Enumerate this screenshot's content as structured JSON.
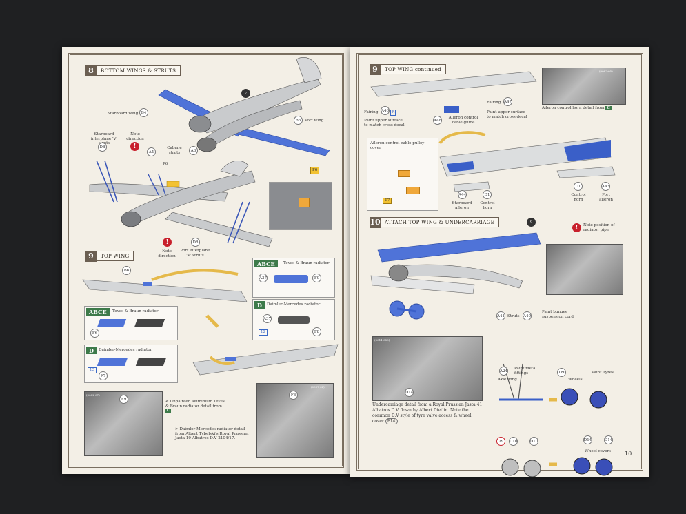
{
  "left_page": {
    "step8": {
      "num": "8",
      "title": "BOTTOM WINGS & STRUTS"
    },
    "step8_labels": {
      "part7": "7",
      "starboard_wing": "Starboard wing",
      "b4": "B4",
      "port_wing": "Port wing",
      "b3": "B3",
      "starboard_struts": "Starboard interplane 'V' struts",
      "d8_a": "D8",
      "note_direction_a": "Note direction",
      "a4": "A4",
      "cabane_struts": "Cabane struts",
      "a3": "A3",
      "p6": "P6",
      "p6_box": "P6",
      "d8_b": "D8",
      "note_direction_b": "Note direction",
      "port_struts": "Port interplane 'V' struts"
    },
    "step9": {
      "num": "9",
      "title": "TOP WING"
    },
    "step9_labels": {
      "b6": "B6",
      "abce_top": "ABCE",
      "teves_top": "Teves & Braun radiator",
      "a37_top": "A37",
      "f9_top": "F9",
      "d_top": "D",
      "daimler_top": "Daimler-Mercedes radiator",
      "a37_b": "A37",
      "n12_top": "12",
      "f8_top": "F8",
      "abce_left": "ABCE",
      "teves_left": "Teves & Braun radiator",
      "f6": "F6",
      "d_left": "D",
      "daimler_left": "Daimler-Mercedes radiator",
      "n13": "13",
      "f7": "F7"
    },
    "photos": {
      "code1": "(0082-07)",
      "f9": "F9",
      "caption1": "< Unpainted aluminium Teves & Braun radiator detail from",
      "caption1_badge": "C",
      "caption2": "> Daimler-Mercedes radiator detail from Albert Tybelski's Royal Prussian Jasta 19 Albatros D.V 2104/17.",
      "code2": "(0097-02)",
      "f8": "F8"
    }
  },
  "right_page": {
    "step9c": {
      "num": "9",
      "title": "TOP WING continued"
    },
    "step9c_labels": {
      "fairing_a": "Fairing",
      "a46": "A46",
      "r": "R",
      "paint_upper_a": "Paint upper surface",
      "match_a": "to match cross decal",
      "a48": "A48",
      "aileron_cable_guide": "Aileron control cable guide",
      "fairing_b": "Fairing",
      "a47": "A47",
      "paint_upper_b": "Paint upper surface",
      "match_b": "to match cross decal",
      "aileron_horn_caption": "Aileron control horn detail from",
      "aileron_horn_badge": "C",
      "code3": "(0082-05)",
      "aileron_pulley_cover": "Aileron control cable pulley cover",
      "p7": "P7",
      "a44": "A44",
      "d1_a": "D1",
      "starboard_aileron": "Starboard aileron",
      "control_horn_a": "Control horn",
      "d1_b": "D1",
      "a43": "A43",
      "control_horn_b": "Control horn",
      "port_aileron": "Port aileron"
    },
    "step10": {
      "num": "10",
      "title": "ATTACH TOP WING & UNDERCARRIAGE"
    },
    "step10_labels": {
      "part9": "9",
      "note_position": "Note position of radiator pipe",
      "a41": "A41",
      "struts": "Struts",
      "a40": "A40",
      "paint_bungee": "Paint bungee suspension cord",
      "a24": "A24",
      "paint_metal": "Paint metal fittings",
      "axle_wing": "Axle wing",
      "d9": "D9",
      "wheels": "Wheels",
      "paint_tyres": "Paint Tyres",
      "code4": "(0011-053)",
      "d14_photo": "D14",
      "undercarriage_caption": "Undercarriage detail from a Royal Prussian Jasta 41 Albatros D.V flown by Albert Dietlin. Note the common D.V style of tyre valve access & wheel cover",
      "f14": "F14",
      "d10_a": "D10",
      "d10_b": "D10",
      "d14_a": "D14",
      "d14_b": "D14",
      "wheel_covers": "Wheel covers"
    },
    "page_number": "10"
  }
}
